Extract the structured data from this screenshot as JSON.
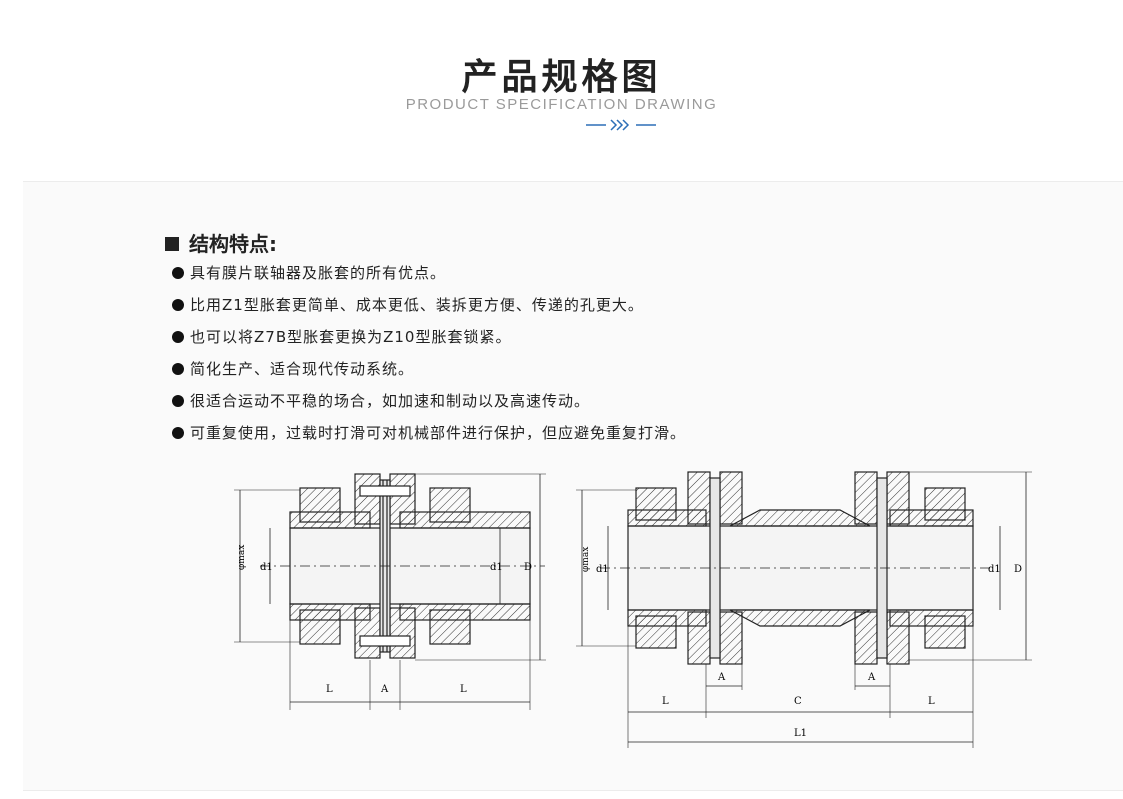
{
  "header": {
    "title": "产品规格图",
    "subtitle": "PRODUCT SPECIFICATION DRAWING",
    "accent_color": "#2d6fb7"
  },
  "features": {
    "heading": "结构特点:",
    "items": [
      "具有膜片联轴器及胀套的所有优点。",
      "比用Z1型胀套更简单、成本更低、装拆更方便、传递的孔更大。",
      "也可以将Z7B型胀套更换为Z10型胀套锁紧。",
      "简化生产、适合现代传动系统。",
      "很适合运动不平稳的场合，如加速和制动以及高速传动。",
      "可重复使用，过载时打滑可对机械部件进行保护，但应避免重复打滑。"
    ]
  },
  "drawing": {
    "left": {
      "phi_label": "φmax",
      "d1_left": "d1",
      "d1_right": "d1",
      "D_label": "D",
      "L_left": "L",
      "A_label": "A",
      "L_right": "L"
    },
    "right": {
      "phi_label": "φmax",
      "d1_left": "d1",
      "d1_right": "d1",
      "D_label": "D",
      "A_left": "A",
      "A_right": "A",
      "L_left": "L",
      "C_label": "C",
      "L_right": "L",
      "L1_label": "L1"
    }
  }
}
